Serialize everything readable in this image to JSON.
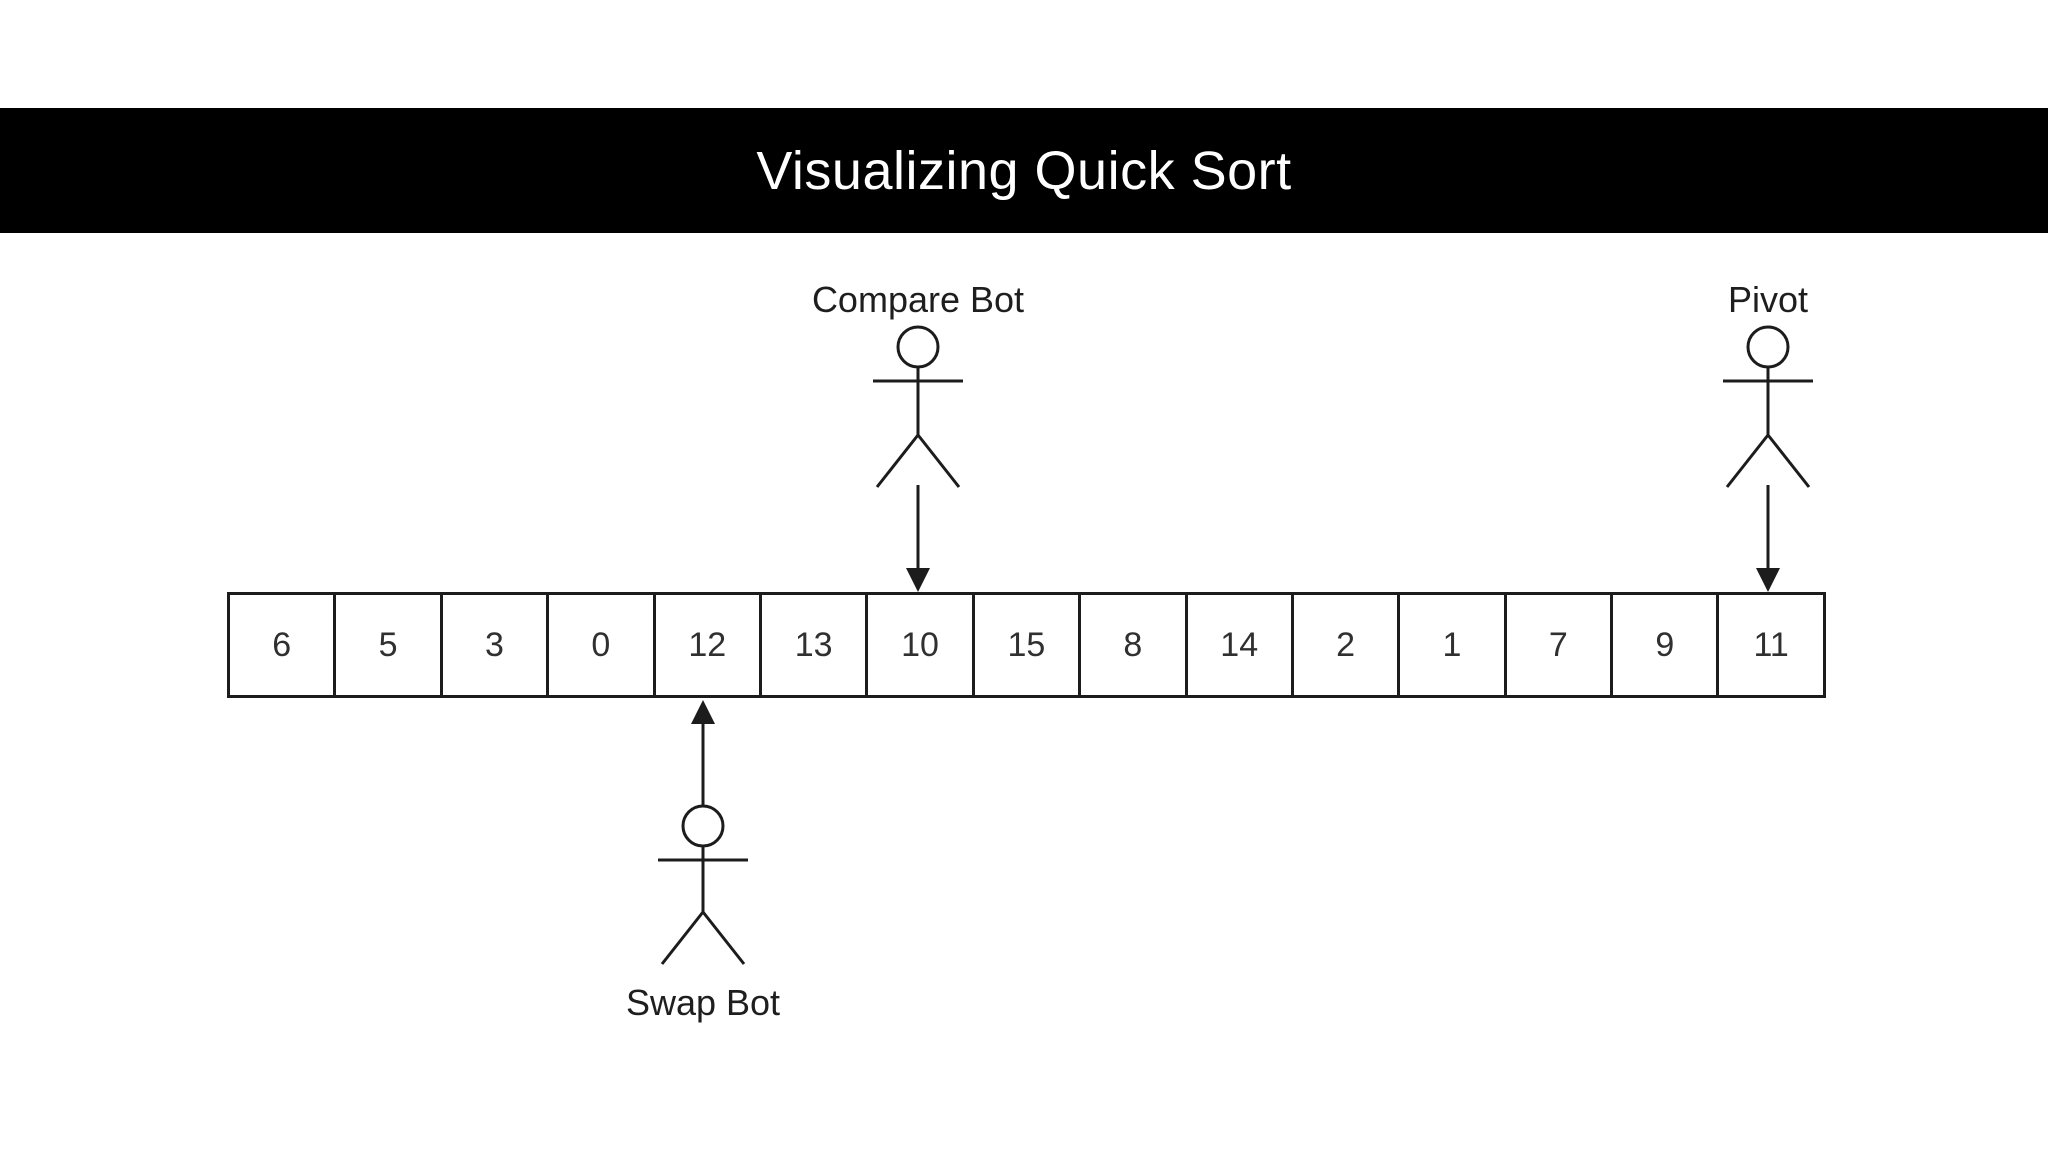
{
  "title": "Visualizing Quick Sort",
  "array": {
    "cell_count": 15,
    "values": [
      "6",
      "5",
      "3",
      "0",
      "12",
      "13",
      "10",
      "15",
      "8",
      "14",
      "2",
      "1",
      "7",
      "9",
      "11"
    ]
  },
  "actors": {
    "compare": {
      "label": "Compare Bot",
      "points_to_value": "10",
      "points_to_index": 6,
      "arrow_direction": "down",
      "position": "above-array"
    },
    "pivot": {
      "label": "Pivot",
      "points_to_value": "11",
      "points_to_index": 14,
      "arrow_direction": "down",
      "position": "above-array"
    },
    "swap": {
      "label": "Swap Bot",
      "points_to_value": "12",
      "points_to_index": 4,
      "arrow_direction": "up",
      "position": "below-array"
    }
  },
  "colors": {
    "header_bg": "#000000",
    "header_text": "#ffffff",
    "canvas_bg": "#ffffff",
    "line": "#1c1c1c",
    "cell_text": "#303030"
  }
}
